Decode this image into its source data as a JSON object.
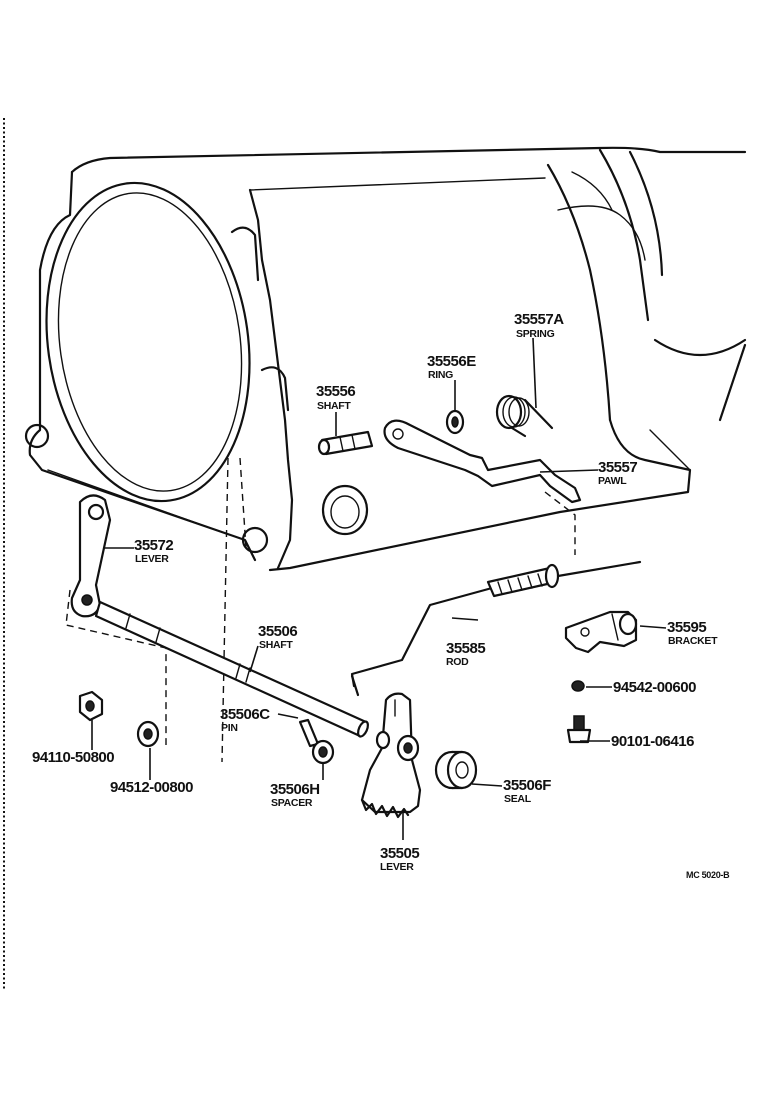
{
  "callouts": {
    "c35557a": {
      "number": "35557A",
      "name": "SPRING"
    },
    "c35556e": {
      "number": "35556E",
      "name": "RING"
    },
    "c35556": {
      "number": "35556",
      "name": "SHAFT"
    },
    "c35557": {
      "number": "35557",
      "name": "PAWL"
    },
    "c35572": {
      "number": "35572",
      "name": "LEVER"
    },
    "c35506": {
      "number": "35506",
      "name": "SHAFT"
    },
    "c35595": {
      "number": "35595",
      "name": "BRACKET"
    },
    "c35585": {
      "number": "35585",
      "name": "ROD"
    },
    "c94542": {
      "number": "94542-00600"
    },
    "c35506c": {
      "number": "35506C",
      "name": "PIN"
    },
    "c90101": {
      "number": "90101-06416"
    },
    "c94110": {
      "number": "94110-50800"
    },
    "c35506h": {
      "number": "35506H",
      "name": "SPACER"
    },
    "c35506f": {
      "number": "35506F",
      "name": "SEAL"
    },
    "c94512": {
      "number": "94512-00800"
    },
    "c35505": {
      "number": "35505",
      "name": "LEVER"
    }
  },
  "figure_code": "MC 5020-B"
}
